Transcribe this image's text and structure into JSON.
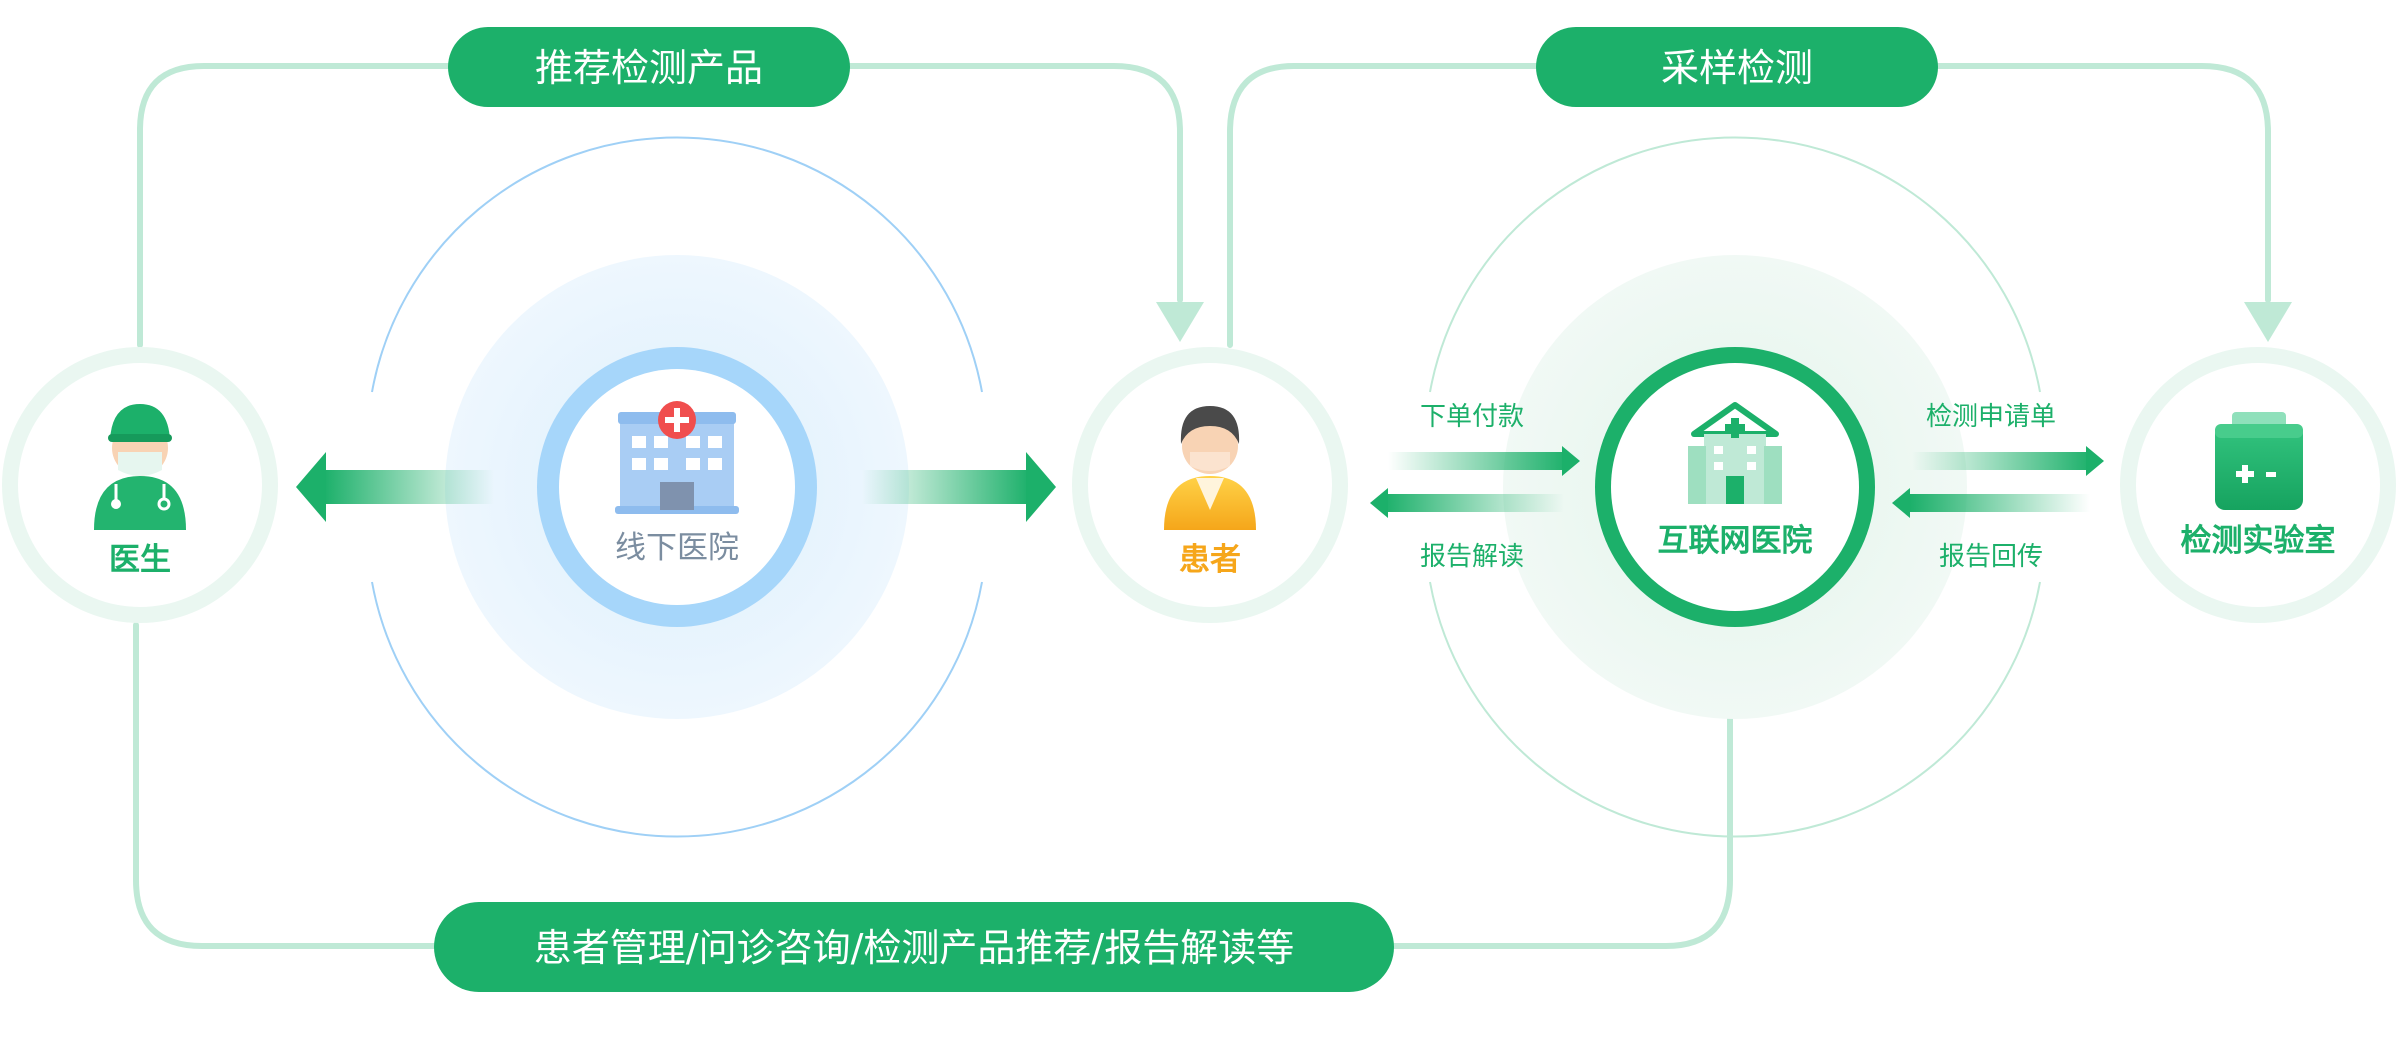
{
  "pills": {
    "recommend": "推荐检测产品",
    "sampling": "采样检测",
    "services": "患者管理/问诊咨询/检测产品推荐/报告解读等"
  },
  "nodes": {
    "doctor": "医生",
    "offline_hospital": "线下医院",
    "patient": "患者",
    "internet_hospital": "互联网医院",
    "lab": "检测实验室"
  },
  "flows": {
    "order_pay": "下单付款",
    "report_read": "报告解读",
    "test_request": "检测申请单",
    "report_return": "报告回传"
  },
  "colors": {
    "primary_green": "#1cb06a",
    "light_green": "#bfe9d6",
    "ring_green": "#e6f6ef",
    "blue_ring": "#9fd0f6",
    "blue_halo": "#e9f4fd",
    "offline_text": "#7b8da0",
    "patient_text": "#f6a61a",
    "red_cross": "#f04e4e"
  },
  "icons": {
    "doctor": "doctor-icon",
    "offline_hospital": "hospital-building-icon",
    "patient": "patient-icon",
    "internet_hospital": "clinic-icon",
    "lab": "medical-kit-icon"
  }
}
